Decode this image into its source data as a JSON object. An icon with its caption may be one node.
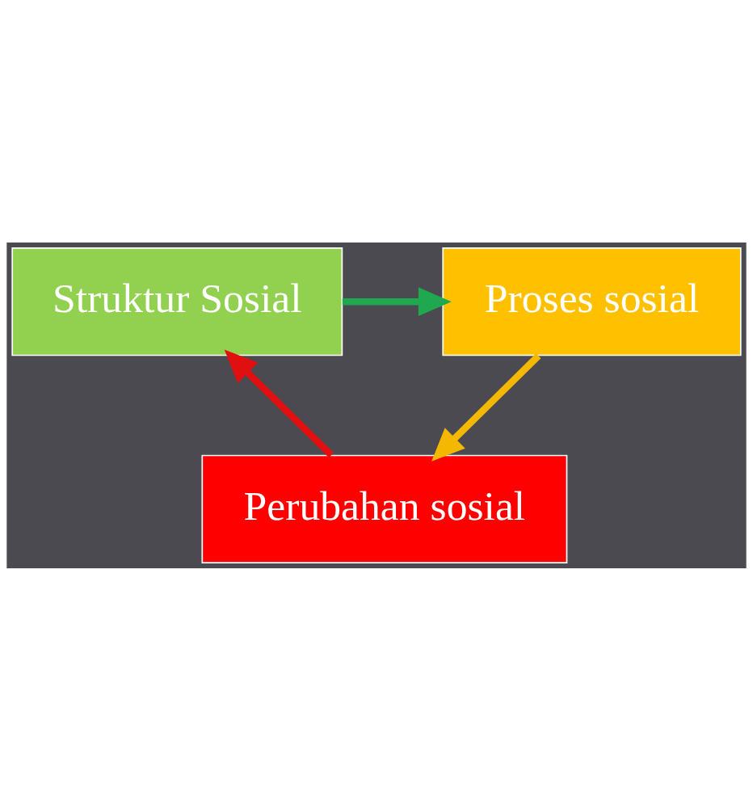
{
  "diagram": {
    "nodes": [
      {
        "text": [
          "Struktur Sosial"
        ]
      },
      {
        "text": [
          "Proses sosial"
        ]
      },
      {
        "text": [
          "Perubahan sosial"
        ]
      }
    ],
    "edges": [
      {
        "from": 0,
        "to": 1,
        "arrow": "to",
        "color": "#1fa84f"
      },
      {
        "from": 1,
        "to": 2,
        "arrow": "to",
        "color": "#f5b800"
      },
      {
        "from": 2,
        "to": 0,
        "arrow": "to",
        "color": "#e01010"
      }
    ]
  }
}
